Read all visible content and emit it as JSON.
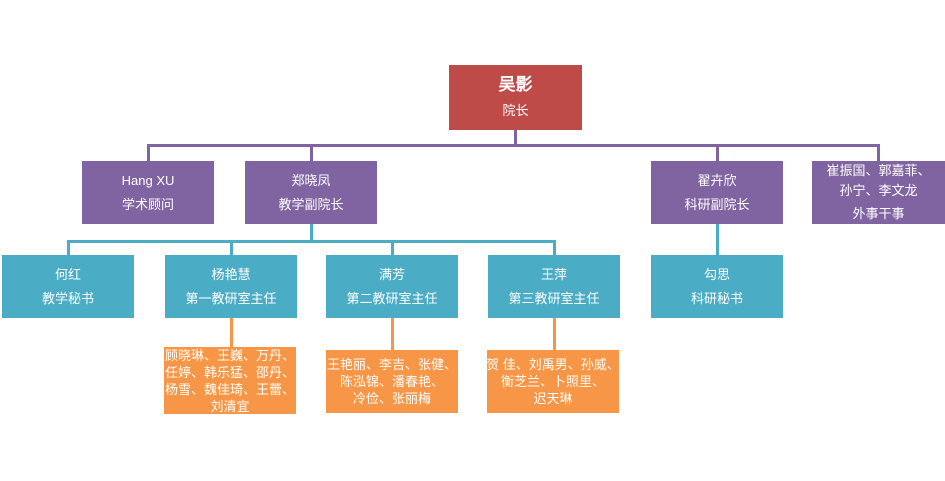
{
  "chart_data": {
    "type": "org-chart",
    "colors": {
      "dean": "#BE4B48",
      "vice_level": "#8064A2",
      "office_level": "#4BACC6",
      "members_level": "#F79646",
      "text": "#FFFFFF"
    },
    "root": {
      "name": "吴影",
      "title": "院长"
    },
    "level2": {
      "advisor": {
        "name": "Hang XU",
        "title": "学术顾问"
      },
      "teaching_vice_dean": {
        "name": "郑晓凤",
        "title": "教学副院长"
      },
      "research_vice_dean": {
        "name": "翟卉欣",
        "title": "科研副院长"
      },
      "foreign_affairs": {
        "name_line1": "崔振国、郭嘉菲、",
        "name_line2": "孙宁、李文龙",
        "title": "外事干事"
      }
    },
    "level3": {
      "teaching_secretary": {
        "name": "何红",
        "title": "教学秘书"
      },
      "office1_director": {
        "name": "杨艳慧",
        "title": "第一教研室主任"
      },
      "office2_director": {
        "name": "满芳",
        "title": "第二教研室主任"
      },
      "office3_director": {
        "name": "王萍",
        "title": "第三教研室主任"
      },
      "research_secretary": {
        "name": "勾思",
        "title": "科研秘书"
      }
    },
    "level4": {
      "office1_members": {
        "lines": [
          "顾晓琳、王巍、万丹、",
          "任婷、韩乐猛、邵丹、",
          "杨雪、魏佳琦、王蕾、",
          "刘清宜"
        ]
      },
      "office2_members": {
        "lines": [
          "王艳丽、李吉、张健、",
          "陈泓锦、潘春艳、",
          "冷俭、张丽梅"
        ]
      },
      "office3_members": {
        "lines": [
          "贺 佳、刘禹男、孙威、",
          "衡芝兰、卜照里、",
          "迟天琳"
        ]
      }
    }
  }
}
